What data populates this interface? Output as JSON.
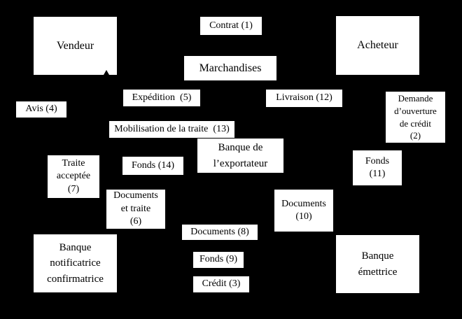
{
  "page": {
    "background_color": "#000000",
    "box_fill_color": "#ffffff",
    "text_color": "#000000"
  },
  "nodes": {
    "vendeur": {
      "label": "Vendeur"
    },
    "contrat": {
      "label": "Contrat (1)"
    },
    "acheteur": {
      "label": "Acheteur"
    },
    "marchandises": {
      "label": "Marchandises"
    },
    "expedition": {
      "label": "Expédition  (5)"
    },
    "livraison": {
      "label": "Livraison (12)"
    },
    "avis": {
      "label": "Avis (4)"
    },
    "demande_ouverture": {
      "label": "Demande\nd’ouverture\nde crédit\n(2)"
    },
    "mobilisation": {
      "label": "Mobilisation de la traite  (13)"
    },
    "banque_exportateur": {
      "label": "Banque de\nl’exportateur"
    },
    "fonds_11": {
      "label": "Fonds\n(11)"
    },
    "traite_acceptee": {
      "label": "Traite\nacceptée\n(7)"
    },
    "fonds_14": {
      "label": "Fonds (14)"
    },
    "documents_et_traite": {
      "label": "Documents\net traite\n(6)"
    },
    "documents_10": {
      "label": "Documents\n(10)"
    },
    "documents_8": {
      "label": "Documents (8)"
    },
    "banque_notificatrice": {
      "label": "Banque\nnotificatrice\nconfirmatrice"
    },
    "banque_emettrice": {
      "label": "Banque\némettrice"
    },
    "fonds_9": {
      "label": "Fonds (9)"
    },
    "credit_3": {
      "label": "Crédit (3)"
    }
  }
}
